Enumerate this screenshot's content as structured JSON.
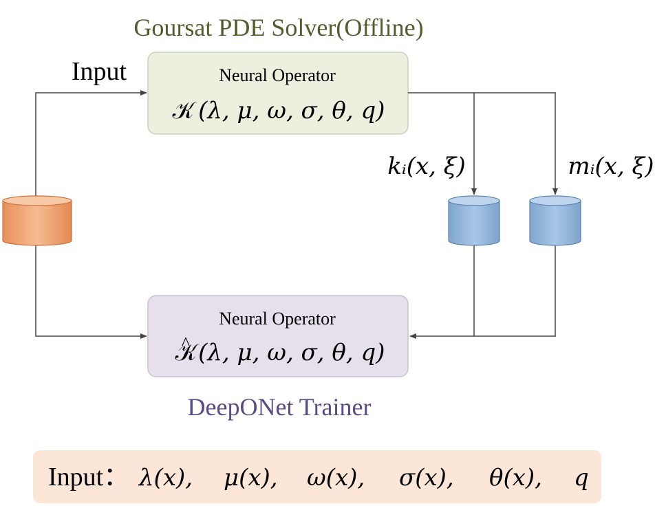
{
  "title_top": "Goursat PDE  Solver(Offline)",
  "title_bottom": "DeepONet Trainer",
  "input_label": "Input",
  "top_block": {
    "heading": "Neural Operator",
    "operator_symbol": "𝒦",
    "args": "(λ, μ, ω, σ, θ, q)"
  },
  "bottom_block": {
    "heading": "Neural Operator",
    "operator_symbol": "𝒦",
    "hat": "^",
    "args": "(λ, μ, ω, σ, θ, q)"
  },
  "kernel_k_label": "kᵢ(x, ξ)",
  "kernel_m_label": "mᵢ(x, ξ)",
  "legend": {
    "prefix": "Input：",
    "items": [
      "λ(x),",
      "μ(x),",
      "ω(x),",
      "σ(x),",
      "θ(x),",
      "q"
    ]
  },
  "colors": {
    "title_top": "#4f5e2b",
    "title_bottom": "#5c4a86",
    "top_block_fill": "#ebf1de",
    "bottom_block_fill": "#e6e0ec",
    "legend_fill": "#fbe6d8",
    "input_db_fill": "#f4b183",
    "kernel_db_fill": "#9dc3e6"
  }
}
